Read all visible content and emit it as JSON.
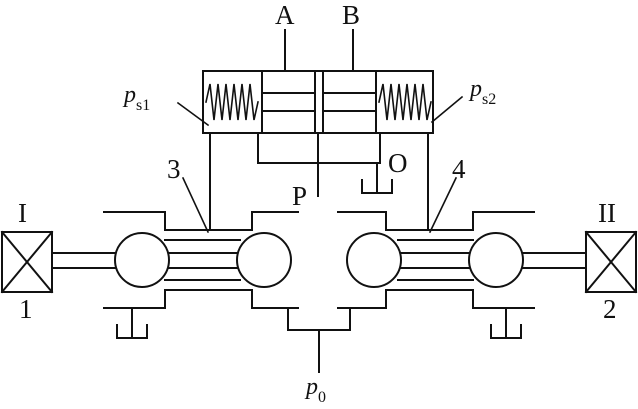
{
  "labels": {
    "port_a": "A",
    "port_b": "B",
    "port_p": "P",
    "port_o": "O",
    "left_pilot_symbol": "p",
    "left_pilot_sub": "s1",
    "right_pilot_symbol": "p",
    "right_pilot_sub": "s2",
    "supply_symbol": "p",
    "supply_sub": "0",
    "callout_3": "3",
    "callout_4": "4",
    "roman_left": "I",
    "roman_right": "II",
    "actuator_left_num": "1",
    "actuator_right_num": "2"
  }
}
